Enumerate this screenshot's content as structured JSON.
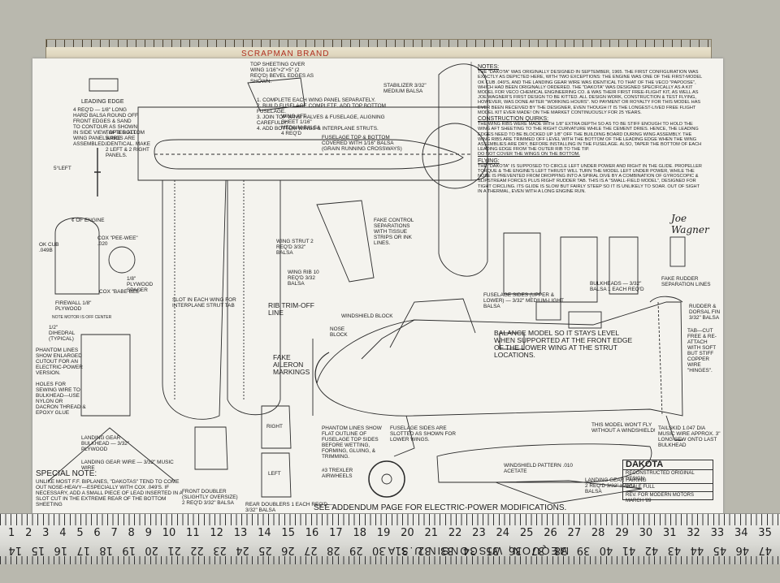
{
  "ruler_top": {
    "brand": "SCRAPMAN BRAND"
  },
  "ruler_bottom": {
    "numbers_top": [
      "1",
      "2",
      "3",
      "4",
      "5",
      "6",
      "7",
      "8",
      "9",
      "10",
      "11",
      "12",
      "13",
      "14",
      "15",
      "16",
      "17",
      "18",
      "19",
      "20",
      "21",
      "22",
      "23",
      "24",
      "25",
      "26",
      "27",
      "28",
      "29",
      "30",
      "31",
      "32",
      "33",
      "34",
      "35"
    ],
    "numbers_bottom": [
      "47",
      "46",
      "45",
      "44",
      "43",
      "42",
      "41",
      "40",
      "39",
      "38",
      "37",
      "36",
      "35",
      "34",
      "33",
      "32",
      "31",
      "30",
      "29",
      "28",
      "27",
      "26",
      "25",
      "24",
      "23",
      "22",
      "21",
      "20",
      "19",
      "18",
      "17",
      "16",
      "15",
      "14"
    ],
    "brand": "MEQUON, WISCONSIN U.S.A."
  },
  "labels": {
    "leading_edge": "LEADING EDGE",
    "leading_edge_note": "4 REQ'D — 1/8\" LONG HARD BALSA ROUND OFF FRONT EDGES & SAND TO CONTOUR AS SHOWN IN SIDE VIEW, AFTER ALL WING PANELS ARE ASSEMBLED.",
    "top_bottom_wings": "TOP & BOTTOM WINGS ARE IDENTICAL. MAKE 2 LEFT & 2 RIGHT PANELS.",
    "top_sheeting": "TOP SHEETING OVER WING 1/16\"×2\"×5\" (2 REQ'D) BEVEL EDGES AS SHOWN.",
    "steps": "1. COMPLETE EACH WING PANEL SEPARATELY.\n2. BUILD FUSELAGE COMPLETE. ADD TOP BOTTOM FUSELAGE.\n3. JOIN TOP WING HALVES & FUSELAGE, ALIGNING CAREFULLY.\n4. ADD BOTTOM WINGS & INTERPLANE STRUTS.",
    "stabilizer": "STABILIZER 3/32\" MEDIUM BALSA",
    "wing_aft_sheet": "WING AFT SHEET 1/16\" MEDIUM BALSA 4 REQ'D",
    "fuselage_top": "FUSELAGE TOP & BOTTOM COVERED WITH 1/16\" BALSA (GRAIN RUNNING CROSSWAYS)",
    "left_5": "5°LEFT",
    "engine": "¢ OF ENGINE",
    "ok_cub": "OK CUB .049B",
    "pin": "COX \"PEE-WEE\" .020",
    "plywood_spacer": "1/8\" PLYWOOD SPACER",
    "cox_babe": "COX \"BABE BEE\"",
    "firewall": "FIREWALL 1/8\" PLYWOOD",
    "note_motor": "NOTE MOTOR IS OFF CENTER",
    "fake_control": "FAKE CONTROL SEPARATIONS WITH TISSUE STRIPS OR INK LINES.",
    "wing_strut": "WING STRUT 2 REQ'D 3/32\" BALSA",
    "wing_rib": "WING RIB 10 REQ'D 3/32 BALSA",
    "slot_strut": "SLOT IN EACH WING FOR INTERPLANE STRUT TAB",
    "rib_trim": "RIB TRIM-OFF LINE",
    "windshield_block": "WINDSHIELD BLOCK",
    "nose_block": "NOSE BLOCK",
    "fuselage_sides": "FUSELAGE SIDES (UPPER & LOWER) — 3/32\" MEDIUM-LIGHT BALSA",
    "balance": "BALANCE MODEL SO IT STAYS LEVEL WHEN SUPPORTED AT THE FRONT EDGE OF THE LOWER WING AT THE STRUT LOCATIONS.",
    "bulkheads": "BULKHEADS — 3/32\" BALSA 1 EACH REQ'D",
    "fake_rudder": "FAKE RUDDER SEPARATION LINES",
    "rudder": "RUDDER & DORSAL FIN 3/32\" BALSA",
    "tab_cut": "TAB—CUT FREE & RE-ATTACH WITH SOFT BUT STIFF COPPER WIRE \"HINGES\".",
    "dihedral": "1/2\" DIHEDRAL (TYPICAL)",
    "phantom_electric": "PHANTOM LINES SHOW ENLARGED CUTOUT FOR AN ELECTRIC-POWER VERSION.",
    "holes": "HOLES FOR SEWING WIRE TO BULKHEAD—USE NYLON OR DACRON THREAD & EPOXY GLUE",
    "fake_aileron": "FAKE AILERON MARKINGS",
    "landing_bulkhead": "LANDING GEAR BULKHEAD — 3/32\" PLYWOOD",
    "landing_wire": "LANDING GEAR WIRE — 3/32\" MUSIC WIRE",
    "special_note_title": "SPECIAL NOTE:",
    "special_note": "UNLIKE MOST F.F. BIPLANES, \"DAKOTAS\" TEND TO COME OUT NOSE-HEAVY—ESPECIALLY WITH COX .049'S. IF NECESSARY, ADD A SMALL PIECE OF LEAD INSERTED IN A SLOT CUT IN THE EXTREME REAR OF THE BOTTOM SHEETING",
    "front_doubler": "FRONT DOUBLER (SLIGHTLY OVERSIZE) 2 REQ'D 3/32\" BALSA",
    "right": "RIGHT",
    "left": "LEFT",
    "rear_doublers": "REAR DOUBLERS 1 EACH REQ'D — 3/32\" BALSA",
    "phantom_flat": "PHANTOM LINES SHOW FLAT OUTLINE OF FUSELAGE TOP SIDES BEFORE WETTING, FORMING, GLUING, & TRIMMING.",
    "fuselage_slotted": "FUSELAGE SIDES ARE SLOTTED AS SHOWN FOR LOWER WINGS.",
    "wheels": "#3 TREXLER AIRWHEELS",
    "windshield_pattern": "WINDSHIELD PATTERN .010 ACETATE",
    "landing_fairing": "LANDING GEAR FAIRING 2 REQ'D 3/32\" HARD BALSA",
    "wont_fly": "THIS MODEL WON'T FLY WITHOUT A WINDSHIELD!",
    "tailskid": "TAILSKID 1.047 DIA MUSIC WIRE APPROX. 3\" LONG SEW ONTO LAST BULKHEAD",
    "addendum": "SEE ADDENDUM PAGE FOR ELECTRIC-POWER MODIFICATIONS.",
    "signature": "Joe Wagner"
  },
  "notes": {
    "title": "NOTES:",
    "body": "THE \"DAKOTA\" WAS ORIGINALLY DESIGNED IN SEPTEMBER, 1965. THE FIRST CONFIGURATION WAS EXACTLY AS DEPICTED HERE, WITH TWO EXCEPTIONS: THE ENGINE WAS ONE OF THE FIRST-MODEL OK CUB .049'S, AND THE LANDING GEAR WIRE WAS IDENTICAL TO THAT OF THE VECO \"PAPOOSE\", WHICH HAD BEEN ORIGINALLY ORDERED. THE \"DAKOTA\" WAS DESIGNED SPECIFICALLY AS A KIT MODEL FOR VECO CHEMICAL ENGINEERING CO. & WAS THEIR FIRST FREE-FLIGHT KIT, AS WELL AS JOE WAGNER'S FIRST DESIGN TO BE KITTED. ALL DESIGN WORK, CONSTRUCTION & TEST FLYING, HOWEVER, WAS DONE AFTER \"WORKING HOURS\". NO PAYMENT OR ROYALTY FOR THIS MODEL HAS EVER BEEN RECEIVED BY THE DESIGNER, EVEN THOUGH IT IS THE LONGEST-LIVED FREE FLIGHT MODEL KIT EVER MADE! ON THE MARKET CONTINUOUSLY FOR 25 YEARS.",
    "construction_title": "CONSTRUCTION QUIRKS:",
    "construction_body": "THE WING RIBS WERE MADE WITH 1/8\" EXTRA DEPTH SO AS TO BE STIFF ENOUGH TO HOLD THE WING AFT SHEETING TO THE RIGHT CURVATURE WHILE THE CEMENT DRIES. HENCE, THE LEADING EDGES NEED TO BE BLOCKED UP 1/8\" OFF THE BUILDING BOARD DURING WING ASSEMBLY. THE WING RIBS ARE TRIMMED OFF LEVEL WITH THE BOTTOM OF THE LEADING EDGE WHEN THE WING ASSEMBLIES ARE DRY, BEFORE INSTALLING IN THE FUSELAGE. ALSO, TAPER THE BOTTOM OF EACH LEADING EDGE FROM THE OUTER RIB TO THE TIP.",
    "do_not_cover": "DO NOT COVER THE WINGS ON THE BOTTOM.",
    "flying_title": "FLYING:",
    "flying_body": "THE \"DAKOTA\" IS SUPPOSED TO CIRCLE LEFT UNDER POWER AND RIGHT IN THE GLIDE. PROPELLER TORQUE & THE ENGINE'S LEFT THRUST WILL TURN THE MODEL LEFT UNDER POWER, WHILE THE NOSE IS PREVENTED FROM DROPPING INTO A SPIRAL DIVE BY A COMBINATION OF GYROSCOPIC & SLIPSTREAM FORCES PLUS RIGHT RUDDER TAB. THIS IS A \"SMALL-FIELD MODEL\", DESIGNED FOR TIGHT CIRCLING. ITS GLIDE IS SLOW BUT FAIRLY STEEP SO IT IS UNLIKELY TO SOAR. OUT OF SIGHT IN A THERMAL, EVEN WITH A LONG ENGINE RUN."
  },
  "title_block": {
    "name": "DAKOTA",
    "line1": "RECONSTRUCTED ORIGINAL DESIGN",
    "line2": "SCALE FULL",
    "line3": "REV. FOR MODERN MOTORS MARCH '89"
  }
}
